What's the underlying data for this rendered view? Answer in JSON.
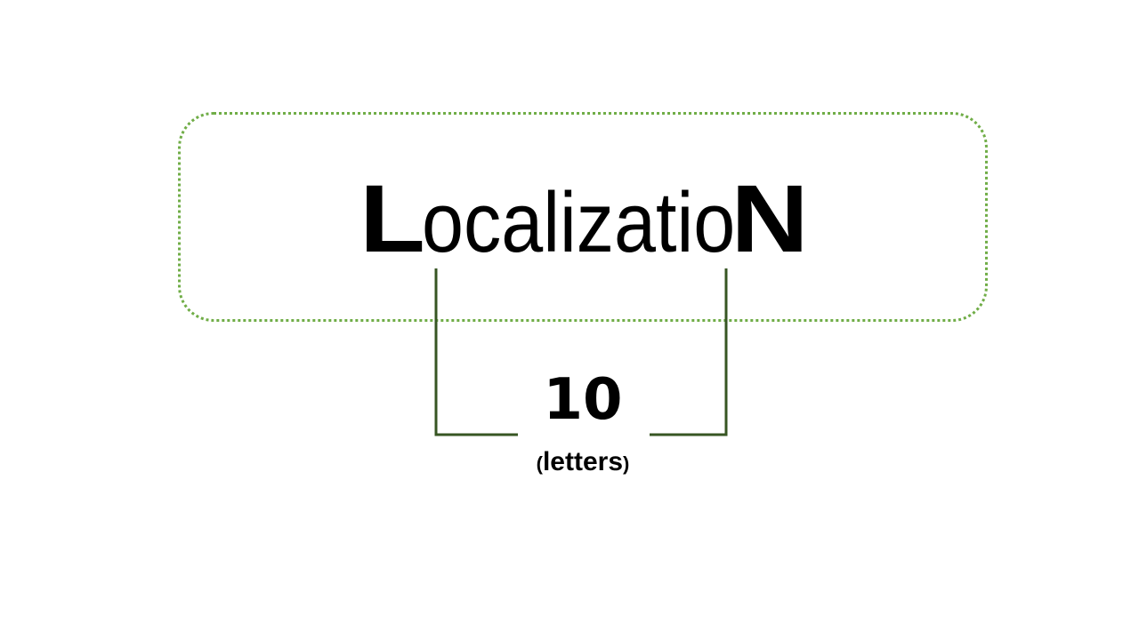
{
  "diagram": {
    "word": {
      "first_letter": "L",
      "middle": "ocalizatio",
      "last_letter": "N"
    },
    "count": "10",
    "unit": {
      "open_paren": "(",
      "label": "letters",
      "close_paren": ")"
    },
    "colors": {
      "box_border": "#70ad47",
      "bracket": "#375623",
      "text": "#000000"
    }
  }
}
